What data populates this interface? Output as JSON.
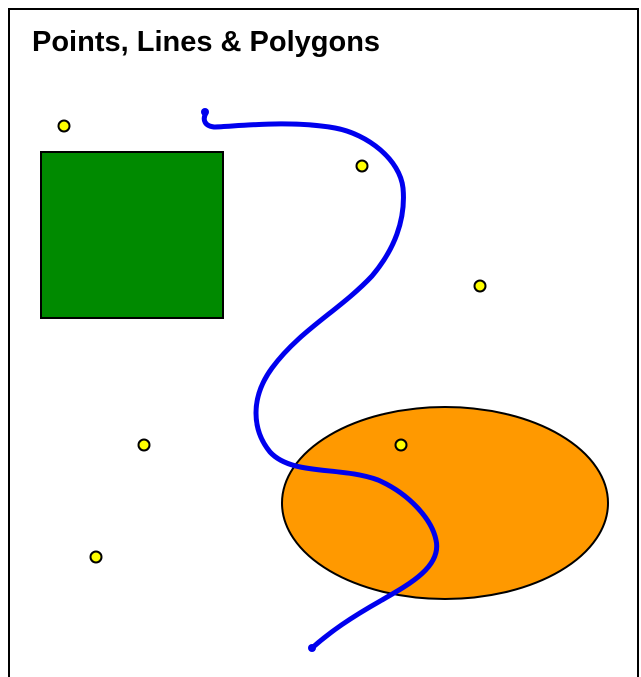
{
  "title": "Points, Lines & Polygons",
  "colors": {
    "rectangle_fill": "#008a00",
    "ellipse_fill": "#ff9900",
    "line_stroke": "#0000ee",
    "point_fill": "#ffff00",
    "outline": "#000000"
  },
  "shapes": {
    "point_count": 6,
    "polygons": [
      "rectangle",
      "ellipse"
    ],
    "lines": [
      "curved-line"
    ]
  }
}
